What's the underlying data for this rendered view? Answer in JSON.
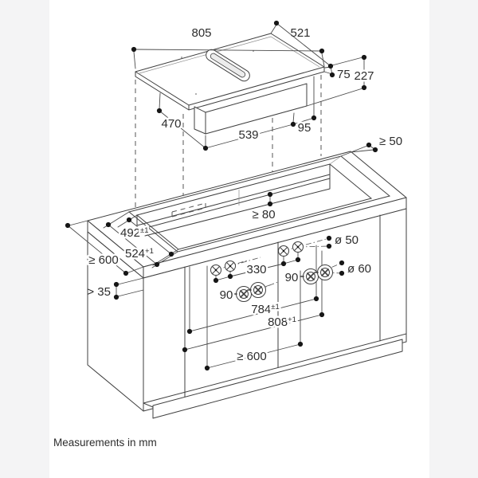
{
  "caption": "Measurements in mm",
  "colors": {
    "line": "#3f3f3f",
    "dot": "#161616",
    "text": "#2d2d2d",
    "page": "#ffffff",
    "margin": "#f4f4f5"
  },
  "cooktop": {
    "overall_width": "805",
    "overall_depth": "521",
    "top_height": "75",
    "total_height": "227",
    "duct_depth": "470",
    "duct_width": "539",
    "duct_right_offset": "95"
  },
  "worktop": {
    "back_clearance": "≥ 50",
    "back_rail_depth": "≥ 80",
    "cutout_depth": "492",
    "cutout_depth_tol": "±1",
    "recess_depth": "524",
    "recess_depth_tol": "+1",
    "min_worktop_depth": "≥ 600",
    "front_web_min": "> 35",
    "cutout_width": "784",
    "cutout_width_tol": "±1",
    "recess_width": "808",
    "recess_width_tol": "+1"
  },
  "controls": {
    "pair_distance": "330",
    "left_pair_spacing": "90",
    "right_pair_spacing": "90",
    "drill_hole_small": "ø 50",
    "drill_hole_large": "ø 60",
    "min_cabinet_width": "≥ 600"
  }
}
